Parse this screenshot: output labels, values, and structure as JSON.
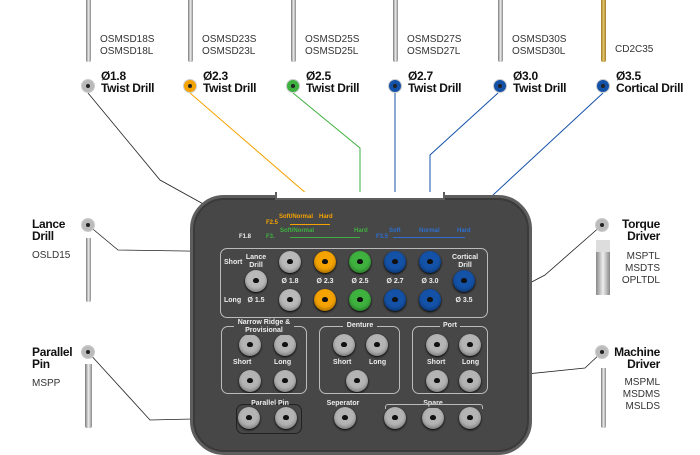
{
  "colors": {
    "gray": "#b9b9b9",
    "orange": "#f5a300",
    "green": "#3fb13f",
    "blue": "#1452a8",
    "tray": "#474747"
  },
  "drills": [
    {
      "codes": [
        "OSMSD18S",
        "OSMSD18L"
      ],
      "size": "Ø1.8",
      "name": "Twist Drill",
      "color": "gray"
    },
    {
      "codes": [
        "OSMSD23S",
        "OSMSD23L"
      ],
      "size": "Ø2.3",
      "name": "Twist Drill",
      "color": "orange"
    },
    {
      "codes": [
        "OSMSD25S",
        "OSMSD25L"
      ],
      "size": "Ø2.5",
      "name": "Twist Drill",
      "color": "green"
    },
    {
      "codes": [
        "OSMSD27S",
        "OSMSD27L"
      ],
      "size": "Ø2.7",
      "name": "Twist Drill",
      "color": "blue"
    },
    {
      "codes": [
        "OSMSD30S",
        "OSMSD30L"
      ],
      "size": "Ø3.0",
      "name": "Twist Drill",
      "color": "blue"
    },
    {
      "codes": [
        "CD2C35"
      ],
      "size": "Ø3.5",
      "name": "Cortical Drill",
      "color": "blue"
    }
  ],
  "side": {
    "lance": {
      "title1": "Lance",
      "title2": "Drill",
      "codes": [
        "OSLD15"
      ]
    },
    "parallel": {
      "title1": "Parallel",
      "title2": "Pin",
      "codes": [
        "MSPP"
      ]
    },
    "torque": {
      "title1": "Torque",
      "title2": "Driver",
      "codes": [
        "MSPTL",
        "MSDTS",
        "OPLTDL"
      ]
    },
    "machine": {
      "title1": "Machine",
      "title2": "Driver",
      "codes": [
        "MSPML",
        "MSDMS",
        "MSLDS"
      ]
    }
  },
  "tray": {
    "f25": "F2.5",
    "f18": "F1.8",
    "f3x": "F3.",
    "f35": "F3.5",
    "soft_normal": "Soft/Normal",
    "hard": "Hard",
    "soft": "Soft",
    "normal": "Normal",
    "short": "Short",
    "long": "Long",
    "lance_drill": "Lance Drill",
    "cortical_drill": "Cortical Drill",
    "sizes": [
      "Ø 1.8",
      "Ø 2.3",
      "Ø 2.5",
      "Ø 2.7",
      "Ø 3.0"
    ],
    "lance_size": "Ø 1.5",
    "cortical_size": "Ø 3.5",
    "narrow": "Narrow Ridge & Provisional",
    "denture": "Denture",
    "port": "Port",
    "parallel_pin": "Parallel Pin",
    "seperator": "Seperator",
    "spare": "Spare"
  }
}
